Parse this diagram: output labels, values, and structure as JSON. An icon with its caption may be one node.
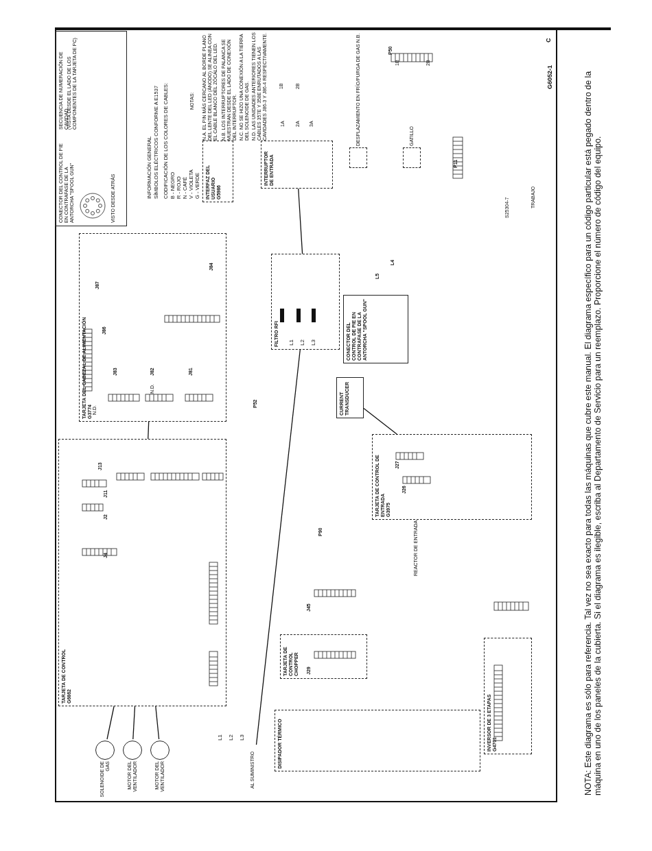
{
  "diagram": {
    "nodes": [
      {
        "text": [
          "TARJETA DE CONTROL",
          "G6862"
        ]
      },
      {
        "text": [
          "TARJETA DEL CABEZAL DE ALIMENTACIÓN",
          "G3774"
        ]
      },
      {
        "text": [
          "INTERFAZ DEL USUARIO",
          "G5986"
        ]
      },
      {
        "text": [
          "INTERRUPTOR DE ENTRADA"
        ]
      },
      {
        "text": [
          "FILTRO RFI"
        ]
      },
      {
        "text": [
          "CURRENT TRANSDUCER"
        ]
      },
      {
        "text": [
          "TARJETA DE CONTROL DE ENTRADA",
          "G3975"
        ]
      },
      {
        "text": [
          "TARJETA DE CONTROL CHOPPER"
        ]
      },
      {
        "text": [
          "INVERSOR DE 3 ETAPAS",
          "G4701"
        ]
      },
      {
        "text": [
          "DISIPADOR TÉRMICO"
        ]
      },
      {
        "text": [
          "CONECTOR DEL CONTROL DE PIE EN CONTRAFASE DE LA ANTORCHA \"SPOOL GUN\"",
          "VISTO DESDE ATRÁS",
          "SECUENCIA DE NUMERACIÓN DE CAVIDAD",
          "(VISTA DESDE EL LADO DE LOS COMPONENTES DE LA TARJETA DE PC)"
        ]
      },
      {
        "text": [
          "CONECTOR DEL CONTROL DE PIE EN CONTRAFASE DE LA ANTORCHA \"SPOOL GUN\""
        ]
      },
      {
        "text": [],
        "shape": "circle",
        "beside": [
          "SOLENOIDE DE GAS"
        ]
      },
      {
        "text": [],
        "shape": "circle",
        "beside": [
          "MOTOR DEL VENTILADOR"
        ]
      },
      {
        "text": [],
        "shape": "circle",
        "beside": [
          "MOTOR DEL VENTILADOR"
        ]
      },
      {
        "text": [
          "AL SUMINISTRO"
        ]
      },
      {
        "text": [],
        "shape": "box",
        "beside": [
          "GATILLO"
        ]
      },
      {
        "text": [],
        "shape": "box",
        "beside": [
          "DESPLAZAMIENTO EN FRÍO/PURGA DE GAS",
          "N.B."
        ]
      }
    ],
    "edges": [
      {
        "from": 15,
        "to": 4,
        "arrow": "none"
      },
      {
        "from": 4,
        "to": 3,
        "arrow": "none"
      },
      {
        "from": 12,
        "to": 0,
        "arrow": "none"
      },
      {
        "from": 13,
        "to": 0,
        "arrow": "none"
      },
      {
        "from": 14,
        "to": 0,
        "arrow": "none"
      },
      {
        "from": 1,
        "to": 0,
        "arrow": "none"
      },
      {
        "from": 5,
        "to": 6,
        "arrow": "none"
      }
    ],
    "labels": [
      "INFORMACIÓN GENERAL",
      "SÍMBOLOS ELÉCTRICOS CONFORME A E1537",
      "CODIFICACIÓN DE LOS COLORES DE CABLES:",
      "B - NEGRO",
      "R - ROJO",
      "N - CAFÉ",
      "V - VIOLETA",
      "G - VERDE",
      "NOTAS:",
      "N.A. EL PIN MÁS CERCANO AL BORDE PLANO DEL LENTE DEL LED (ÁNODO) SE ALINEA CON EL CABLE BLANCO DEL ZÓCALO DEL LED.",
      "N.B. LOS INTERRUPTORES DE PALANCA SE MUESTRAN DESDE EL LADO DE CONEXIÓN DEL INTERRUPTOR.",
      "N.C. NO SE HIZO UNA CONEXIÓN A LA TIERRA DEL SOLENOIDE DE GAS.",
      "N.D. LAS UNIDADES ANTERIORES TIENEN LOS CABLES 357E Y 358E ENRUTADOS A LAS CAVIDADES J86-3 Y J86-4 RESPECTIVAMENTE.",
      "J86",
      "J87",
      "J84",
      "J83",
      "J82",
      "J81",
      "N.D.",
      "N.D.",
      "J13",
      "J11",
      "J2",
      "J4",
      "P52",
      "P90",
      "J45",
      "J29",
      "J27",
      "J26",
      "REACTOR DE ENTRADA",
      "1B",
      "2B",
      "1A",
      "2A",
      "3A",
      "1B",
      "2B",
      "P50",
      "P11",
      "L4",
      "L5",
      "S25304-7",
      "TRABAJO",
      "L1",
      "L2",
      "L3",
      "L1",
      "L2",
      "L3",
      "G6052-1",
      "C",
      "NOTA: Este diagrama es sólo para referencia. Tal vez no sea exacto para todas las máquinas que cubre este manual.  El diagrama específico para un código particular está pegado dentro de la máquina en uno de los paneles de la cubierta.  Si el diagrama es ilegible, escriba al Departamento de Servicio para un reemplazo.  Proporcione el número de código del equipo."
    ]
  }
}
